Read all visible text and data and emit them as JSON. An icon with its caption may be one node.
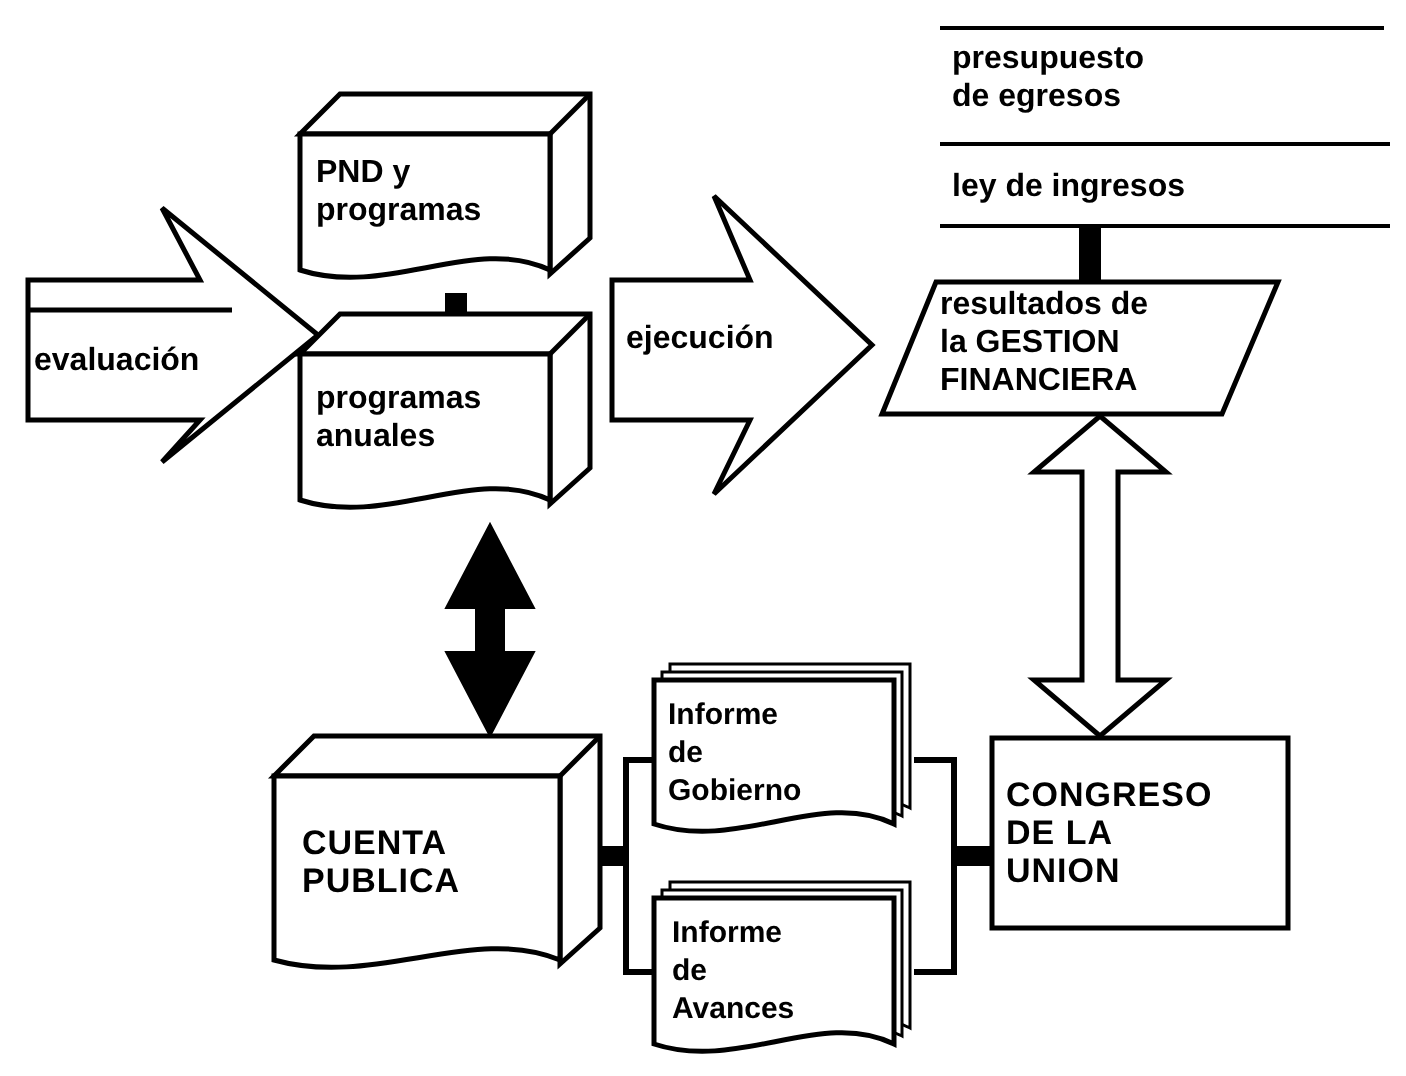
{
  "diagram": {
    "nodes": [
      {
        "text": [
          "presupuesto de egresos"
        ]
      },
      {
        "text": [
          "ley de ingresos"
        ]
      },
      {
        "text": [
          "evaluación"
        ]
      },
      {
        "text": [
          "PND y programas"
        ]
      },
      {
        "text": [
          "programas anuales"
        ]
      },
      {
        "text": [
          "ejecución"
        ]
      },
      {
        "text": [
          "resultados de la GESTION FINANCIERA"
        ]
      },
      {
        "text": [
          "CUENTA PUBLICA"
        ]
      },
      {
        "text": [
          "Informe de Gobierno"
        ]
      },
      {
        "text": [
          "Informe de Avances"
        ]
      },
      {
        "text": [
          "CONGRESO DE LA UNION"
        ]
      }
    ],
    "edges": [
      {
        "from": 3,
        "to": 4,
        "arrow": "none",
        "style": "thick"
      },
      {
        "from": 1,
        "to": 6,
        "arrow": "none",
        "style": "thick"
      },
      {
        "from": 4,
        "to": 7,
        "arrow": "both",
        "style": "thick"
      },
      {
        "from": 10,
        "to": 6,
        "arrow": "both"
      },
      {
        "from": 7,
        "to": 8,
        "arrow": "other"
      },
      {
        "from": 7,
        "to": 9,
        "arrow": "other"
      },
      {
        "from": 8,
        "to": 10,
        "arrow": "other"
      },
      {
        "from": 9,
        "to": 10,
        "arrow": "other"
      }
    ]
  }
}
